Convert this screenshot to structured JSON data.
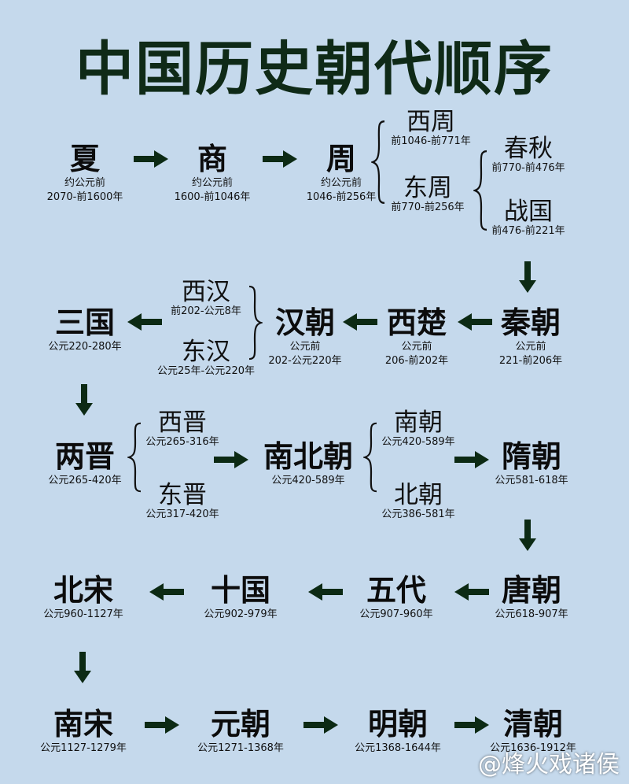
{
  "title": "中国历史朝代顺序",
  "row1": {
    "xia": {
      "name": "夏",
      "d1": "约公元前",
      "d2": "2070-前1600年"
    },
    "shang": {
      "name": "商",
      "d1": "约公元前",
      "d2": "1600-前1046年"
    },
    "zhou": {
      "name": "周",
      "d1": "约公元前",
      "d2": "1046-前256年"
    },
    "xizhou": {
      "name": "西周",
      "d": "前1046-前771年"
    },
    "dongzhou": {
      "name": "东周",
      "d": "前770-前256年"
    },
    "chunqiu": {
      "name": "春秋",
      "d": "前770-前476年"
    },
    "zhanguo": {
      "name": "战国",
      "d": "前476-前221年"
    }
  },
  "row2": {
    "qin": {
      "name": "秦朝",
      "d1": "公元前",
      "d2": "221-前206年"
    },
    "xichu": {
      "name": "西楚",
      "d1": "公元前",
      "d2": "206-前202年"
    },
    "han": {
      "name": "汉朝",
      "d1": "公元前",
      "d2": "202-公元220年"
    },
    "xihan": {
      "name": "西汉",
      "d": "前202-公元8年"
    },
    "donghan": {
      "name": "东汉",
      "d": "公元25年-公元220年"
    },
    "sanguo": {
      "name": "三国",
      "d": "公元220-280年"
    }
  },
  "row3": {
    "liangjin": {
      "name": "两晋",
      "d": "公元265-420年"
    },
    "xijin": {
      "name": "西晋",
      "d": "公元265-316年"
    },
    "dongjin": {
      "name": "东晋",
      "d": "公元317-420年"
    },
    "nanbeichao": {
      "name": "南北朝",
      "d": "公元420-589年"
    },
    "nanchao": {
      "name": "南朝",
      "d": "公元420-589年"
    },
    "beichao": {
      "name": "北朝",
      "d": "公元386-581年"
    },
    "sui": {
      "name": "隋朝",
      "d": "公元581-618年"
    }
  },
  "row4": {
    "tang": {
      "name": "唐朝",
      "d": "公元618-907年"
    },
    "wudai": {
      "name": "五代",
      "d": "公元907-960年"
    },
    "shiguo": {
      "name": "十国",
      "d": "公元902-979年"
    },
    "beisong": {
      "name": "北宋",
      "d": "公元960-1127年"
    }
  },
  "row5": {
    "nansong": {
      "name": "南宋",
      "d": "公元1127-1279年"
    },
    "yuan": {
      "name": "元朝",
      "d": "公元1271-1368年"
    },
    "ming": {
      "name": "明朝",
      "d": "公元1368-1644年"
    },
    "qing": {
      "name": "清朝",
      "d": "公元1636-1912年"
    }
  },
  "watermark": "@烽火戏诸侯",
  "colors": {
    "background": "#c5d9ec",
    "title": "#0f2a17",
    "arrow": "#0c2a14"
  }
}
